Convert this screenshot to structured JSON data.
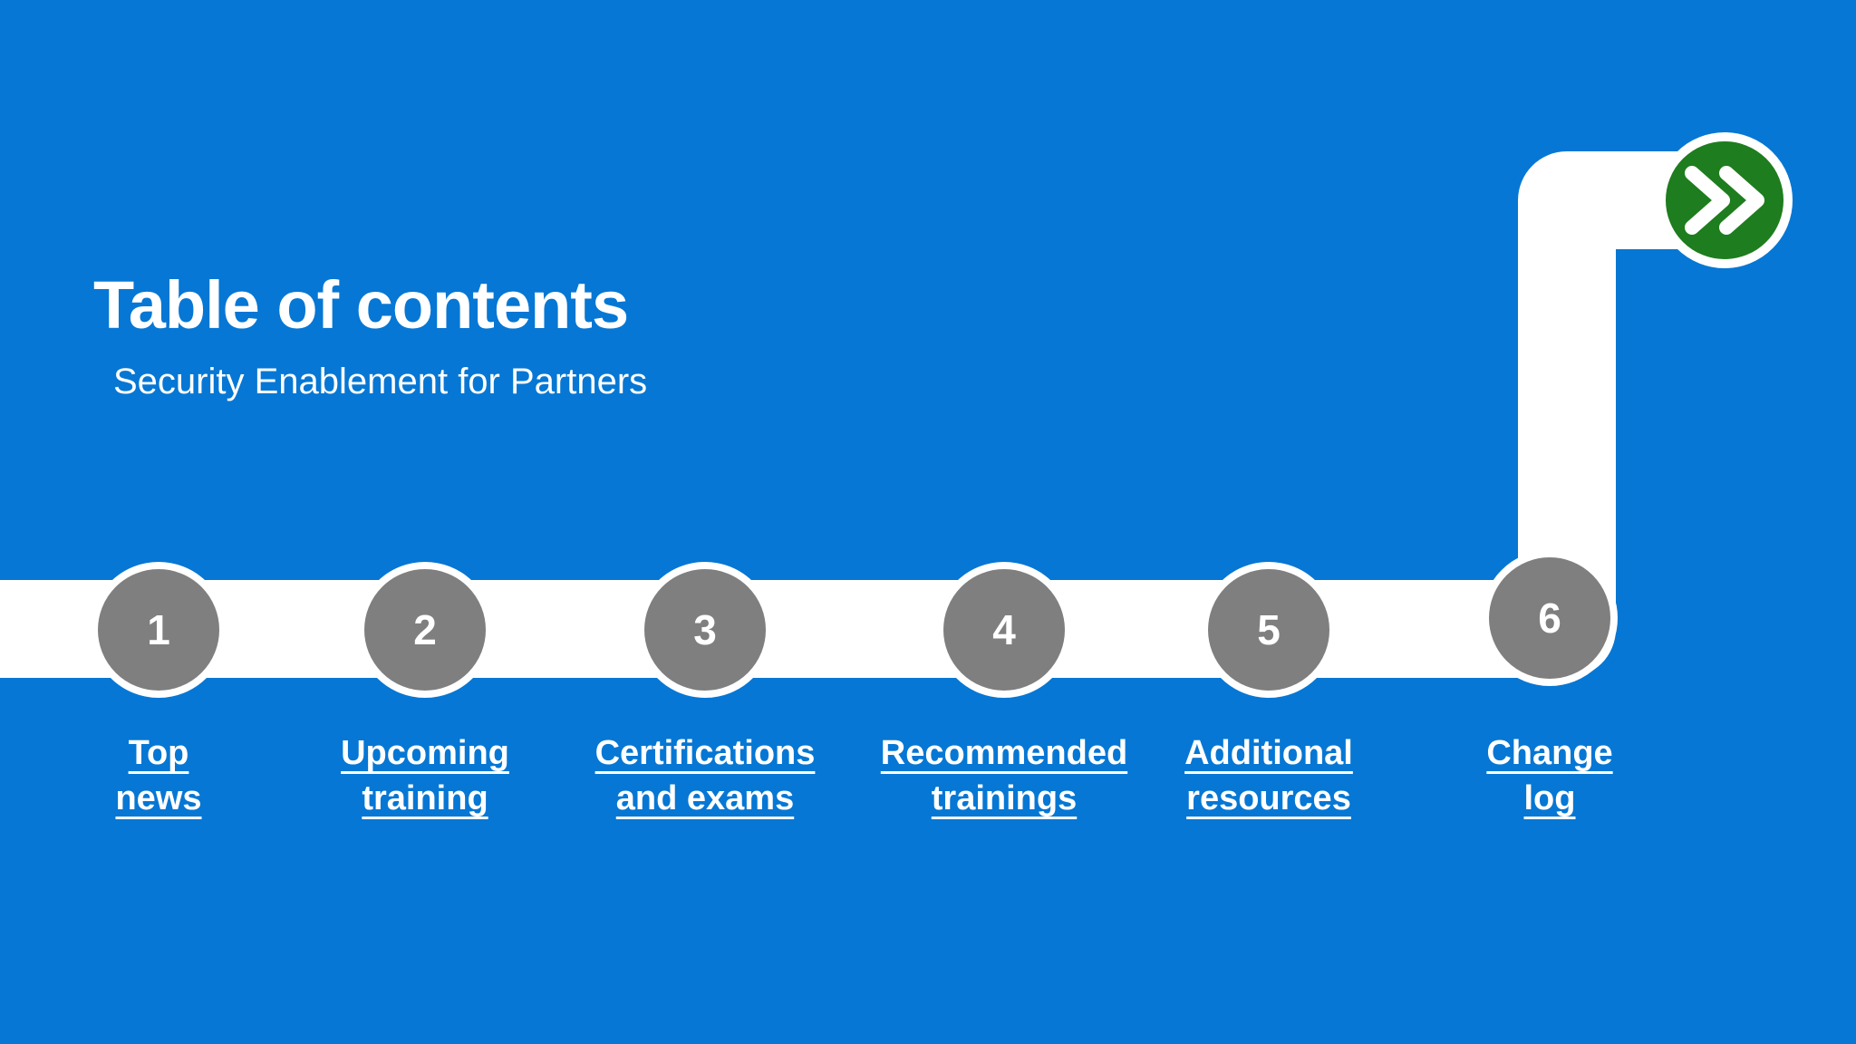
{
  "slide": {
    "title": "Table of contents",
    "subtitle": "Security Enablement for Partners",
    "colors": {
      "background": "#0677d4",
      "path": "#ffffff",
      "stop_circle_fill": "#7f7f7f",
      "next_button_green": "#1e7d1e",
      "text": "#ffffff"
    },
    "next_button": {
      "icon": "double-chevron-right-icon"
    },
    "toc": {
      "items": [
        {
          "number": "1",
          "label": "Top news",
          "line1": "Top",
          "line2": "news"
        },
        {
          "number": "2",
          "label": "Upcoming training",
          "line1": "Upcoming",
          "line2": "training"
        },
        {
          "number": "3",
          "label": "Certifications and exams",
          "line1": "Certifications",
          "line2": "and exams"
        },
        {
          "number": "4",
          "label": "Recommended trainings",
          "line1": "Recommended",
          "line2": "trainings"
        },
        {
          "number": "5",
          "label": "Additional resources",
          "line1": "Additional",
          "line2": "resources"
        },
        {
          "number": "6",
          "label": "Change log",
          "line1": "Change",
          "line2": "log"
        }
      ]
    }
  }
}
